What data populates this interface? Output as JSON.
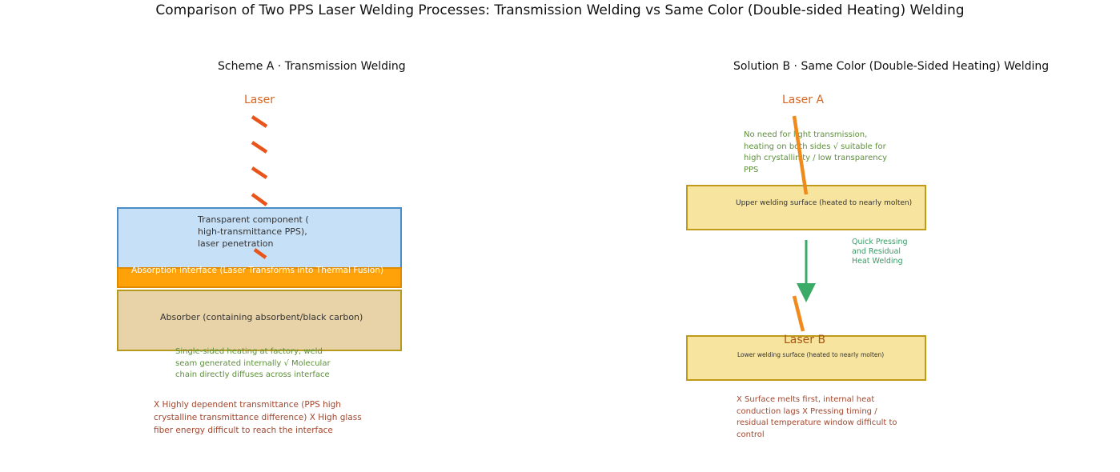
{
  "title": "Comparison of Two PPS Laser Welding Processes: Transmission Welding vs Same Color (Double-sided Heating) Welding",
  "scheme_a": {
    "title": "Scheme A · Transmission Welding",
    "laser_label": "Laser",
    "transparent_component": "Transparent component ( high-transmittance PPS), laser penetration",
    "absorption_interface": "Absorption interface (Laser Transforms into Thermal Fusion)",
    "absorber": "Absorber (containing absorbent/black carbon)",
    "advantage_note": "Single-sided heating at factory, weld seam generated internally √ Molecular chain directly diffuses across interface",
    "drawback_note": "X Highly dependent transmittance (PPS high crystalline transmittance difference) X High glass fiber energy difficult to reach the interface"
  },
  "solution_b": {
    "title": "Solution B · Same Color (Double-Sided Heating) Welding",
    "laser_a_label": "Laser A",
    "laser_b_label": "Laser B",
    "advantage_note": "No need for light transmission, heating on both sides √ suitable for high crystallinity / low transparency PPS",
    "upper_surface": "Upper welding surface (heated to nearly molten)",
    "pressing_note": "Quick Pressing and Residual Heat Welding",
    "lower_surface": "Lower welding surface (heated to nearly molten)",
    "drawback_note": "X Surface melts first, internal heat conduction lags X Pressing timing / residual temperature window difficult to control"
  },
  "colors": {
    "laser": "#e8541a",
    "laser_b_beam": "#ef8a1c",
    "transparent_fill": "#c6e0f7",
    "transparent_border": "#4a8cc6",
    "interface_fill": "#ffa20a",
    "absorber_fill": "#e8d3a8",
    "absorber_border": "#b59a1e",
    "surface_fill": "#f7e49e",
    "surface_border": "#c09a1a",
    "arrow": "#3aab66"
  }
}
